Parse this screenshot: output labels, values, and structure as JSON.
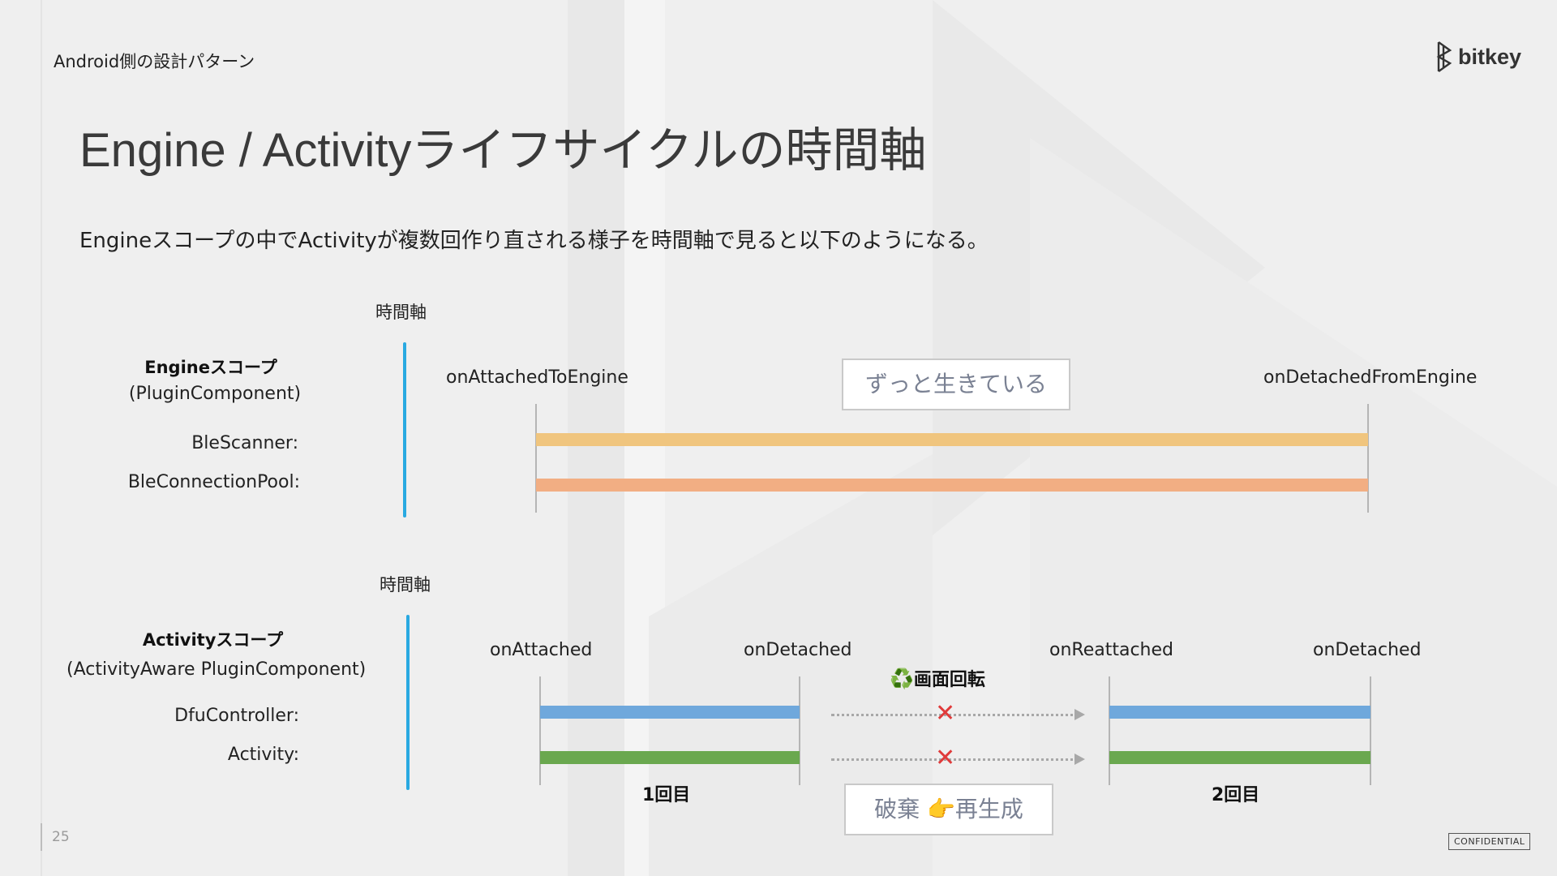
{
  "header": {
    "breadcrumb": "Android側の設計パターン",
    "logo_text": "bitkey"
  },
  "slide": {
    "title": "Engine / Activityライフサイクルの時間軸",
    "lead": "Engineスコープの中でActivityが複数回作り直される様子を時間軸で見ると以下のようになる。"
  },
  "engine_scope": {
    "axis_label": "時間軸",
    "title": "Engineスコープ",
    "subtitle": "(PluginComponent)",
    "rows": [
      {
        "label": "BleScanner:",
        "color": "#f0c57e"
      },
      {
        "label": "BleConnectionPool:",
        "color": "#f2ae83"
      }
    ],
    "events": {
      "start": "onAttachedToEngine",
      "end": "onDetachedFromEngine"
    },
    "callout": "ずっと生きている"
  },
  "activity_scope": {
    "axis_label": "時間軸",
    "title": "Activityスコープ",
    "subtitle": "(ActivityAware PluginComponent)",
    "rows": [
      {
        "label": "DfuController:",
        "color": "#6fa8dc"
      },
      {
        "label": "Activity:",
        "color": "#6aa84f"
      }
    ],
    "events": {
      "attached": "onAttached",
      "detached1": "onDetached",
      "reattached": "onReattached",
      "detached2": "onDetached"
    },
    "rotation_icon": "♻️",
    "rotation_label": "画面回転",
    "first_count": "1回目",
    "second_count": "2回目",
    "callout": "破棄 👉再生成"
  },
  "footer": {
    "page_number": "25",
    "confidential": "CONFIDENTIAL"
  },
  "colors": {
    "axis_line": "#29a9e1",
    "tick": "#b5b5b5",
    "cross": "#e03a3a"
  }
}
